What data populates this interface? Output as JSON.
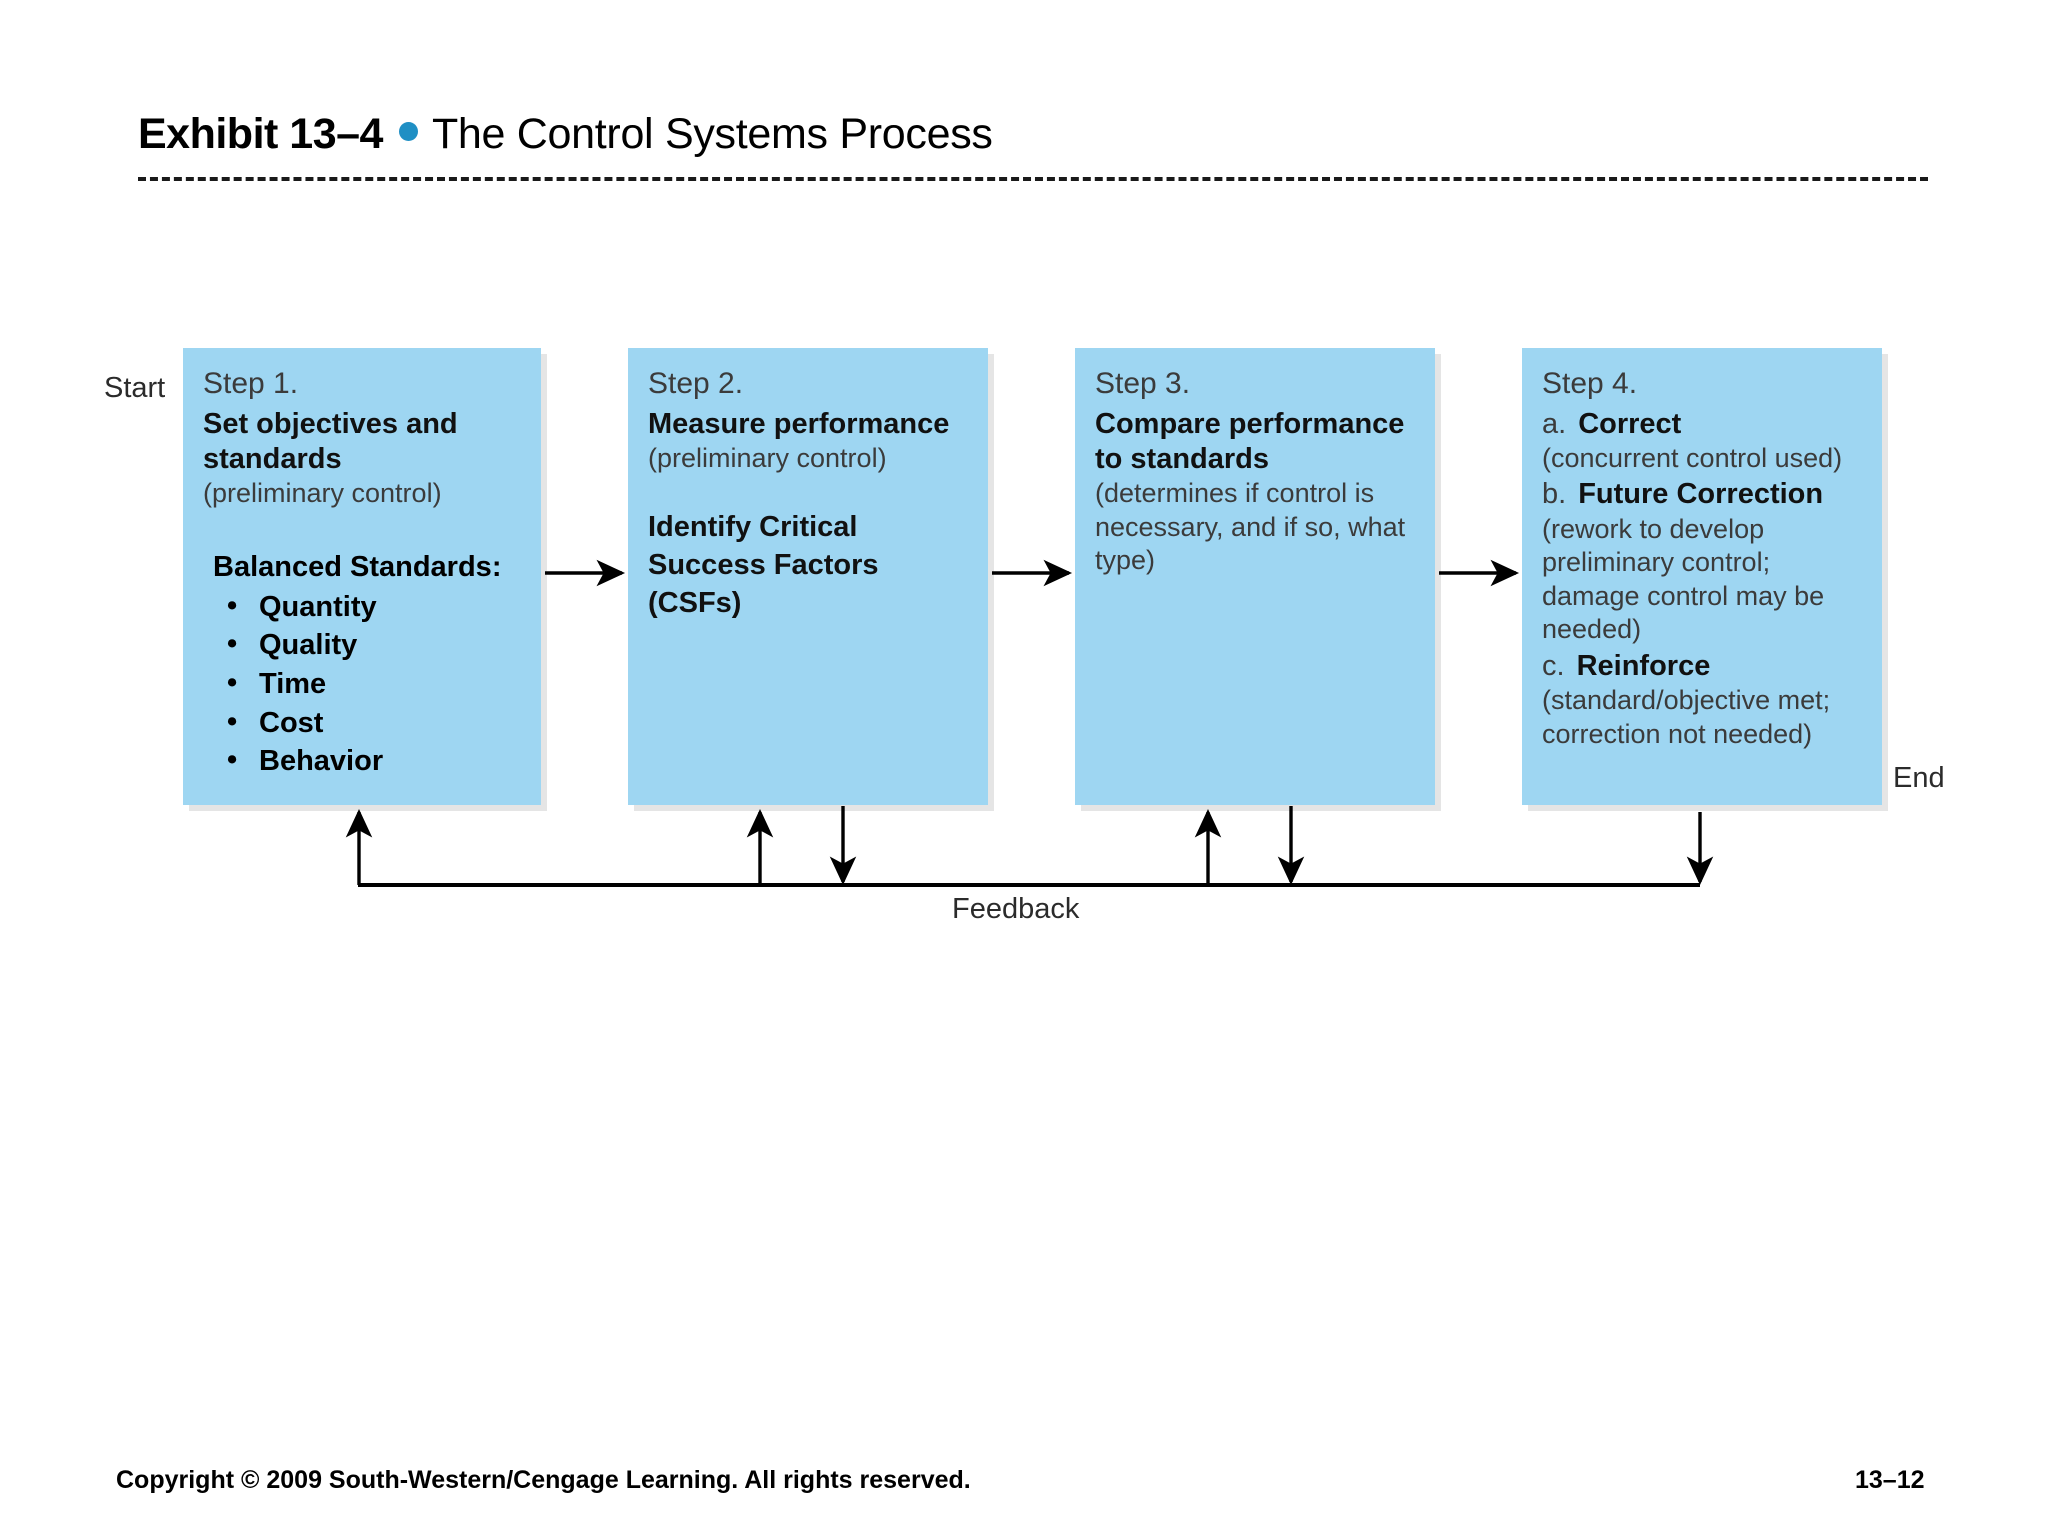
{
  "title": {
    "exhibit": "Exhibit 13–4",
    "bullet_icon": "blue-dot-icon",
    "text": "The Control Systems Process",
    "bullet_color": "#1f8fc4"
  },
  "diagram": {
    "start_label": "Start",
    "end_label": "End",
    "feedback_label": "Feedback",
    "box_color": "#9ed6f2",
    "steps": [
      {
        "number": "Step 1.",
        "title": "Set objectives and standards",
        "subtitle": "(preliminary control)",
        "list_heading": "Balanced Standards:",
        "list_items": [
          "Quantity",
          "Quality",
          "Time",
          "Cost",
          "Behavior"
        ]
      },
      {
        "number": "Step 2.",
        "title": "Measure performance",
        "subtitle": "(preliminary control)",
        "body": "Identify Critical Success Factors (CSFs)"
      },
      {
        "number": "Step 3.",
        "title": "Compare performance to standards",
        "subtitle": "(determines if control is necessary, and if so, what type)"
      },
      {
        "number": "Step 4.",
        "items": [
          {
            "letter": "a.",
            "word": "Correct",
            "detail": "(concurrent control used)"
          },
          {
            "letter": "b.",
            "word": "Future Correction",
            "detail": "(rework to develop preliminary control; damage control may be needed)"
          },
          {
            "letter": "c.",
            "word": "Reinforce",
            "detail": "(standard/objective met; correction not needed)"
          }
        ]
      }
    ]
  },
  "footer": {
    "copyright": "Copyright © 2009 South-Western/Cengage Learning. All rights reserved.",
    "page": "13–12"
  }
}
